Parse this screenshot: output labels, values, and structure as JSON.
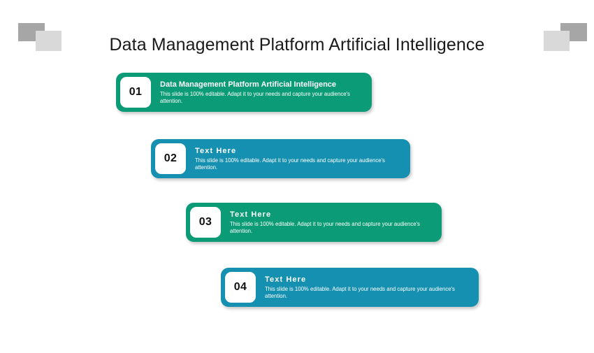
{
  "slide": {
    "title": "Data Management Platform Artificial Intelligence",
    "background_color": "#ffffff",
    "green_color": "#0c9b77",
    "blue_color": "#1590b0",
    "decoration": {
      "dark_color": "#a6a6a6",
      "light_color": "#d9d9d9",
      "left_name": "corner-decoration-left",
      "right_name": "corner-decoration-right"
    }
  },
  "rows": [
    {
      "number": "01",
      "heading": "Data Management Platform Artificial Intelligence",
      "body": "This slide is 100% editable. Adapt it to your needs and capture your audience's attention.",
      "color": "#0c9b77"
    },
    {
      "number": "02",
      "heading": "Text Here",
      "body": "This slide is 100% editable. Adapt it to your needs and capture your audience's attention.",
      "color": "#1590b0"
    },
    {
      "number": "03",
      "heading": "Text Here",
      "body": "This slide is 100% editable. Adapt it to your needs and capture your audience's attention.",
      "color": "#0c9b77"
    },
    {
      "number": "04",
      "heading": "Text Here",
      "body": "This slide is 100% editable. Adapt it to your needs and capture your audience's attention.",
      "color": "#1590b0"
    }
  ]
}
